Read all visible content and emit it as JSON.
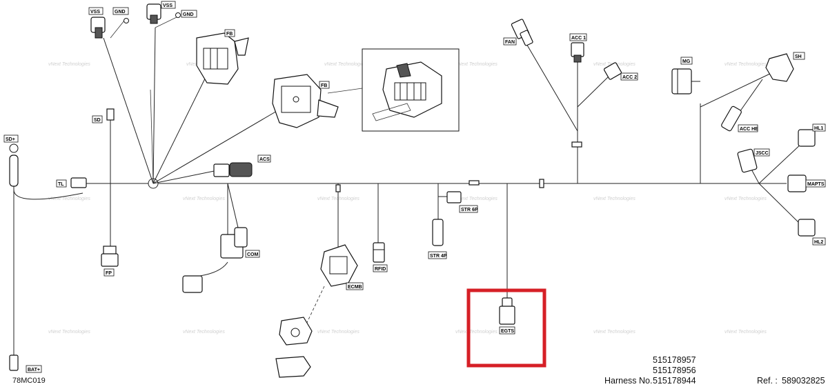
{
  "labels": {
    "vss_left": "VSS",
    "gnd_left": "GND",
    "vss_right": "VSS",
    "gnd_right": "GND",
    "fb_top": "FB",
    "fb_mid": "FB",
    "sd_plus": "SD+",
    "sd": "SD",
    "tl": "TL",
    "acs": "ACS",
    "fan": "FAN",
    "acc1": "ACC 1",
    "acc2": "ACC 2",
    "mg": "MG",
    "sh": "SH",
    "acc_he": "ACC HE",
    "hl1": "HL1",
    "jscc": "JSCC",
    "mapts": "MAPTS",
    "hl2": "HL2",
    "str6p": "STR 6P",
    "str4p": "STR 4P",
    "rfid": "RFID",
    "com": "COM",
    "ecmb": "ECMB",
    "fp": "FP",
    "egts": "EGTS",
    "bat_plus": "BAT+"
  },
  "watermark": "vNext Technologies",
  "figure_code": "78MC019",
  "harness": {
    "label": "Harness No.",
    "numbers": [
      "515178957",
      "515178956",
      "515178944"
    ]
  },
  "ref": {
    "label": "Ref. :",
    "value": "589032825"
  },
  "colors": {
    "highlight": "#d61f26",
    "line": "#222222"
  }
}
